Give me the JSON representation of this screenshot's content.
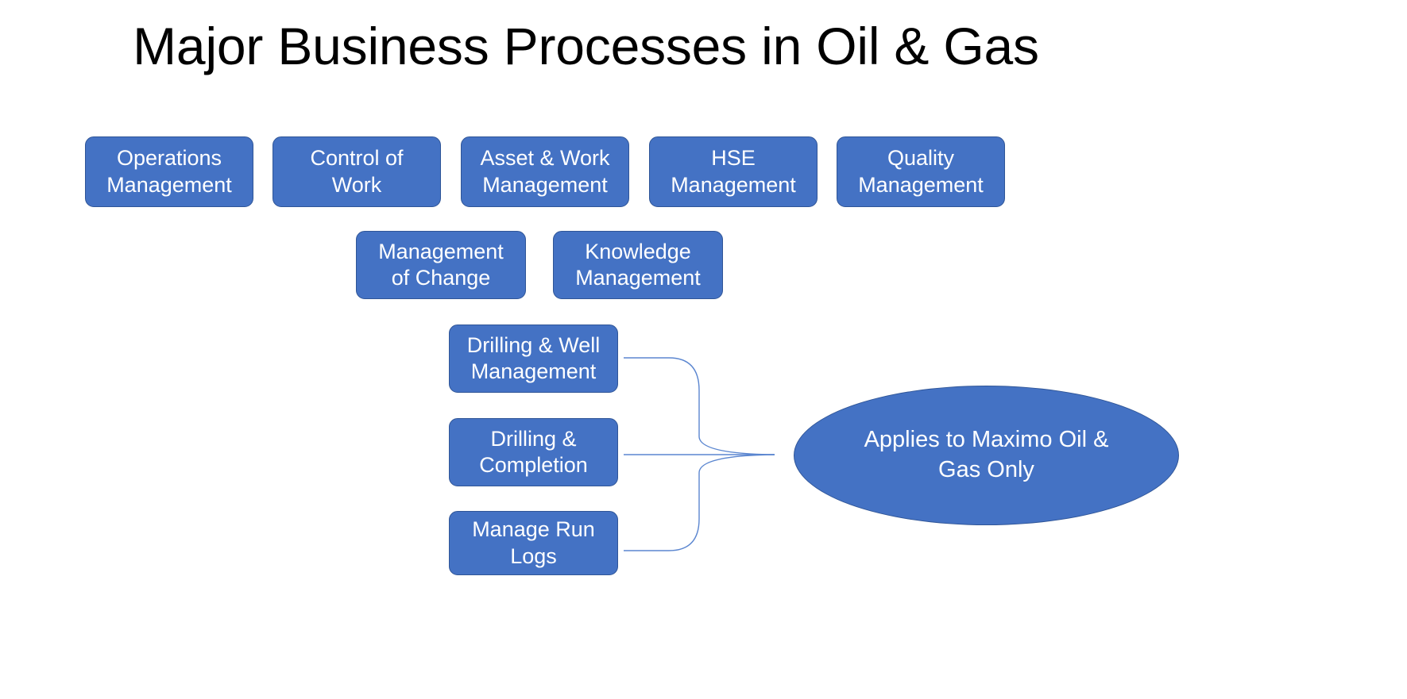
{
  "slide": {
    "title": "Major Business Processes in Oil & Gas",
    "background_color": "#FFFFFF",
    "accent_fill": "#4472C4",
    "accent_border": "#2F5597",
    "text_on_accent": "#FFFFFF",
    "connector_color": "#4472C4"
  },
  "rows": {
    "row1": [
      {
        "id": "operations-management",
        "label": "Operations\nManagement"
      },
      {
        "id": "control-of-work",
        "label": "Control of\nWork"
      },
      {
        "id": "asset-work-management",
        "label": "Asset & Work\nManagement"
      },
      {
        "id": "hse-management",
        "label": "HSE\nManagement"
      },
      {
        "id": "quality-management",
        "label": "Quality\nManagement"
      }
    ],
    "row2": [
      {
        "id": "management-of-change",
        "label": "Management\nof Change"
      },
      {
        "id": "knowledge-management",
        "label": "Knowledge\nManagement"
      }
    ],
    "row3": [
      {
        "id": "drilling-well-management",
        "label": "Drilling & Well\nManagement"
      },
      {
        "id": "drilling-completion",
        "label": "Drilling &\nCompletion"
      },
      {
        "id": "manage-run-logs",
        "label": "Manage Run\nLogs"
      }
    ]
  },
  "callout": {
    "label": "Applies to Maximo Oil &\nGas Only",
    "shape": "ellipse"
  }
}
